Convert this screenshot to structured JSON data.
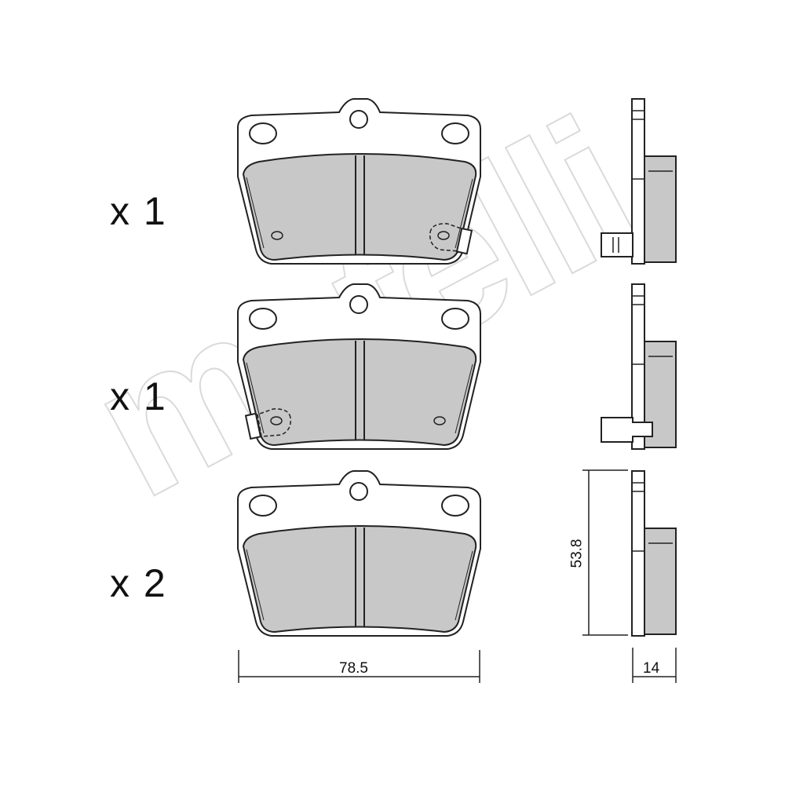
{
  "watermark": {
    "text": "metelli"
  },
  "quantities": [
    "x 1",
    "x 1",
    "x 2"
  ],
  "dimensions": {
    "width": "78.5",
    "height": "53.8",
    "thickness": "14"
  },
  "colors": {
    "friction": "#c8c8c8",
    "line": "#222222",
    "watermark": "#d6d6d6"
  }
}
